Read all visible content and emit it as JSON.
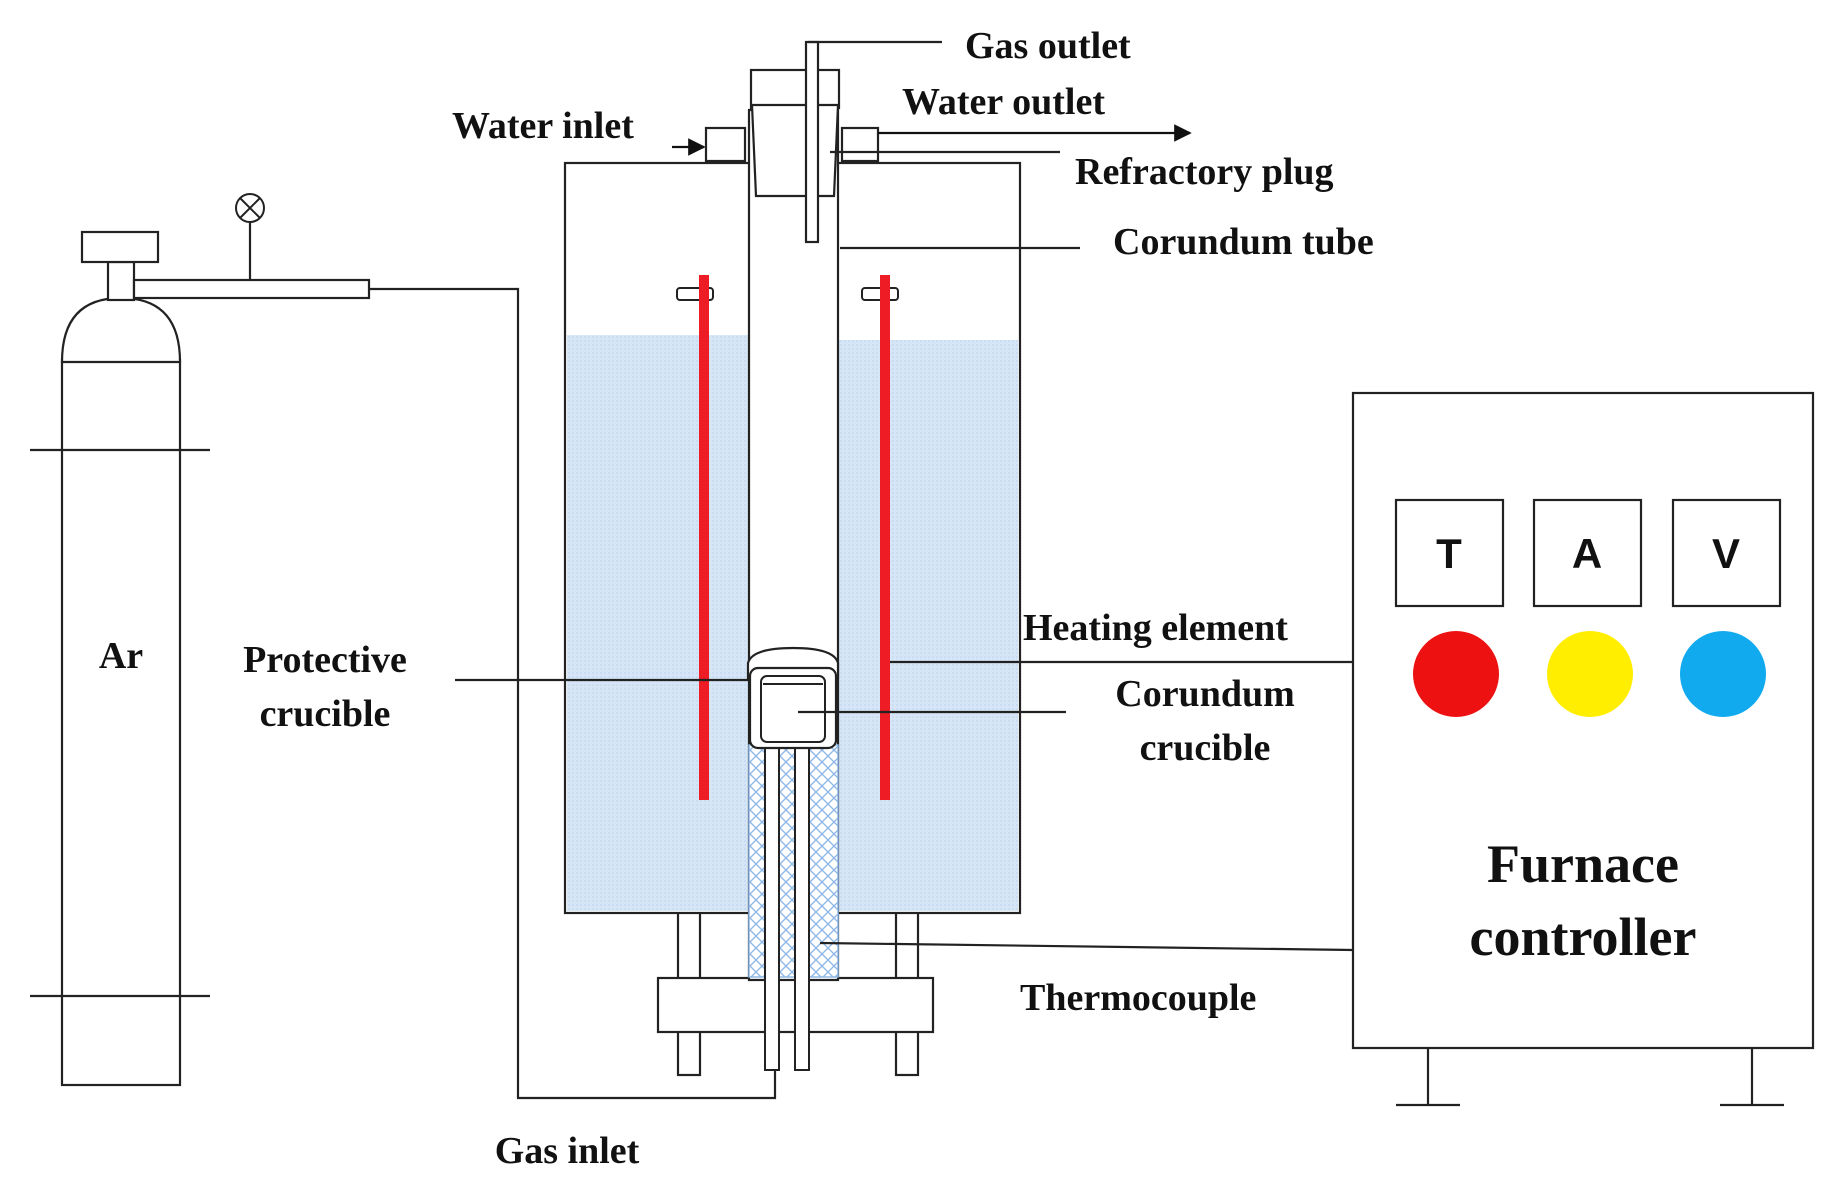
{
  "labels": {
    "gas_outlet": "Gas  outlet",
    "water_outlet": "Water outlet",
    "water_inlet": "Water inlet",
    "refractory_plug": "Refractory plug",
    "corundum_tube": "Corundum tube",
    "heating_element": "Heating element",
    "protective_crucible_1": "Protective",
    "protective_crucible_2": "crucible",
    "corundum_crucible_1": "Corundum",
    "corundum_crucible_2": "crucible",
    "thermocouple": "Thermocouple",
    "gas_inlet": "Gas  inlet",
    "cylinder": "Ar",
    "controller_1": "Furnace",
    "controller_2": "controller"
  },
  "controller": {
    "meters": [
      "T",
      "A",
      "V"
    ],
    "lamp_colors": [
      "#ee1111",
      "#ffee00",
      "#11aaee"
    ]
  },
  "colors": {
    "heating_element": "#ee1c24",
    "insulation": "#cfe2f3",
    "thermocouple_hatch": "#8fb8e6"
  }
}
